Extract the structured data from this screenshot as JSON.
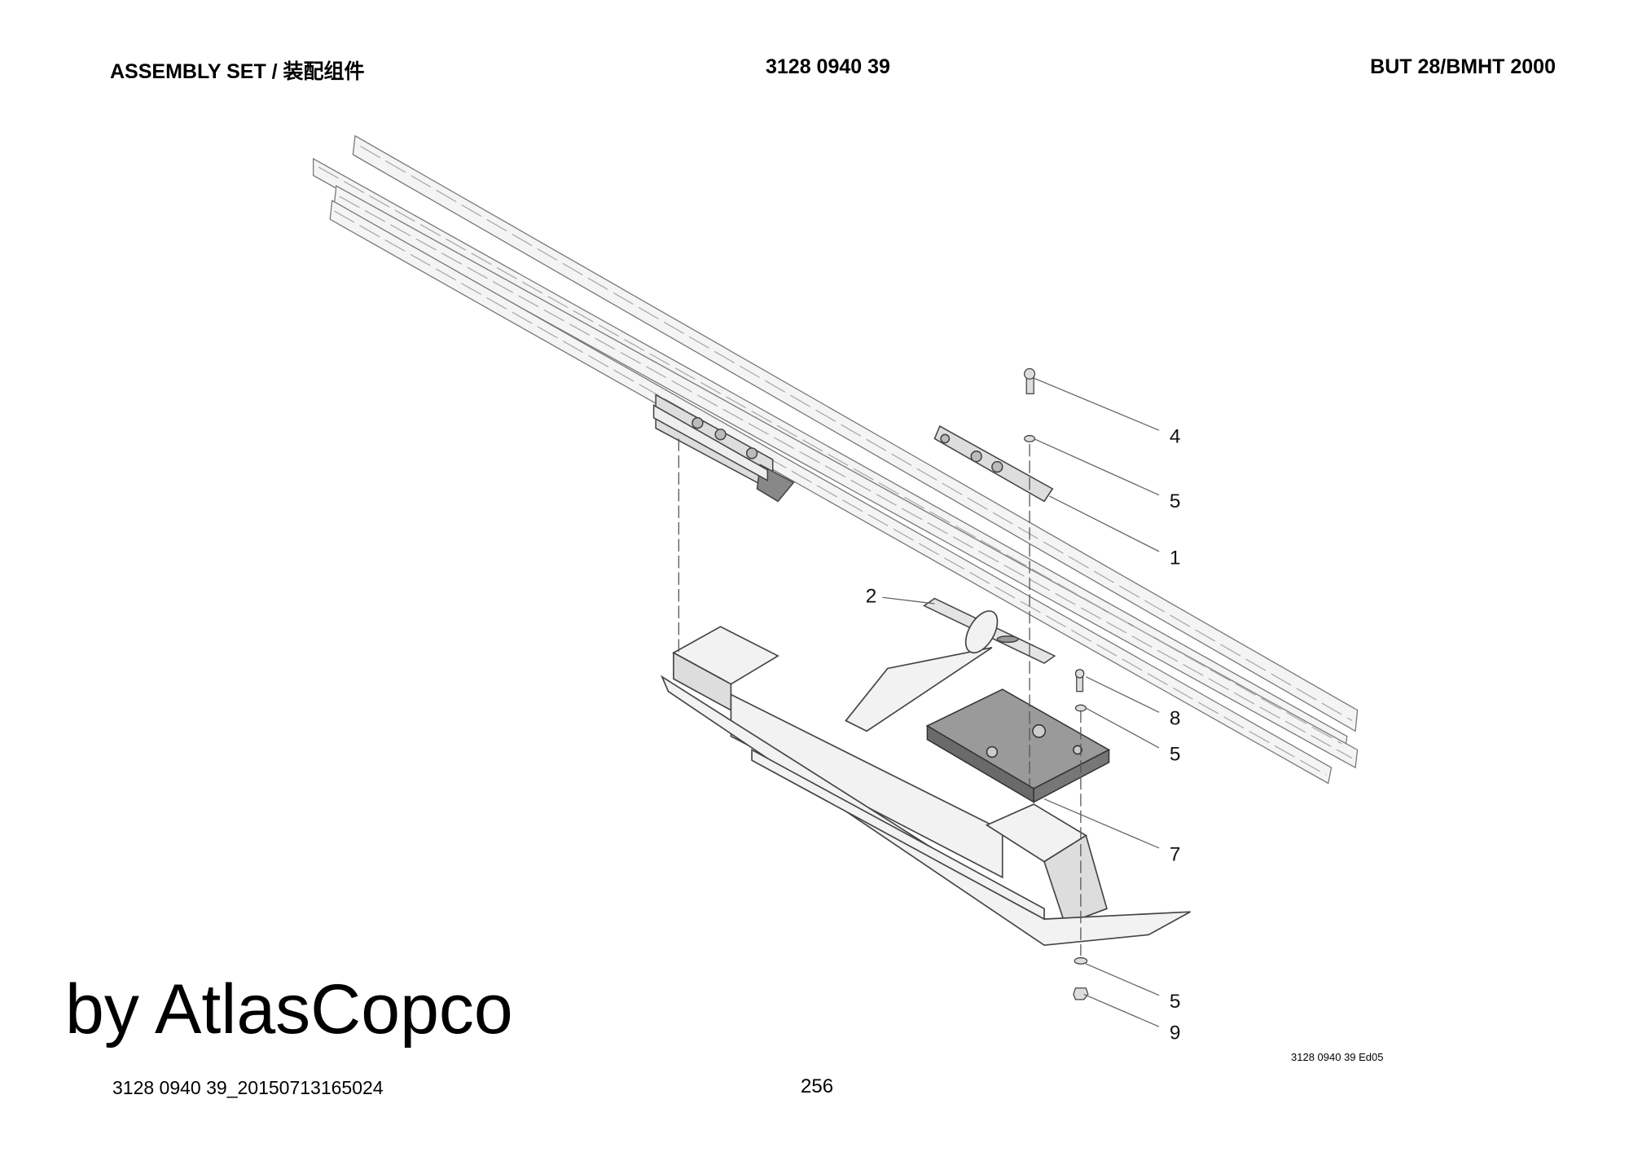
{
  "header": {
    "title": "ASSEMBLY SET / 装配组件",
    "part_number": "3128 0940 39",
    "model": "BUT 28/BMHT 2000"
  },
  "drawing": {
    "callouts": [
      "4",
      "5",
      "1",
      "2",
      "8",
      "5",
      "7",
      "5",
      "9"
    ]
  },
  "footer": {
    "edition": "3128 0940 39 Ed05",
    "file_id": "3128 0940 39_20150713165024",
    "page_number": "256",
    "watermark": "by AtlasCopco"
  }
}
